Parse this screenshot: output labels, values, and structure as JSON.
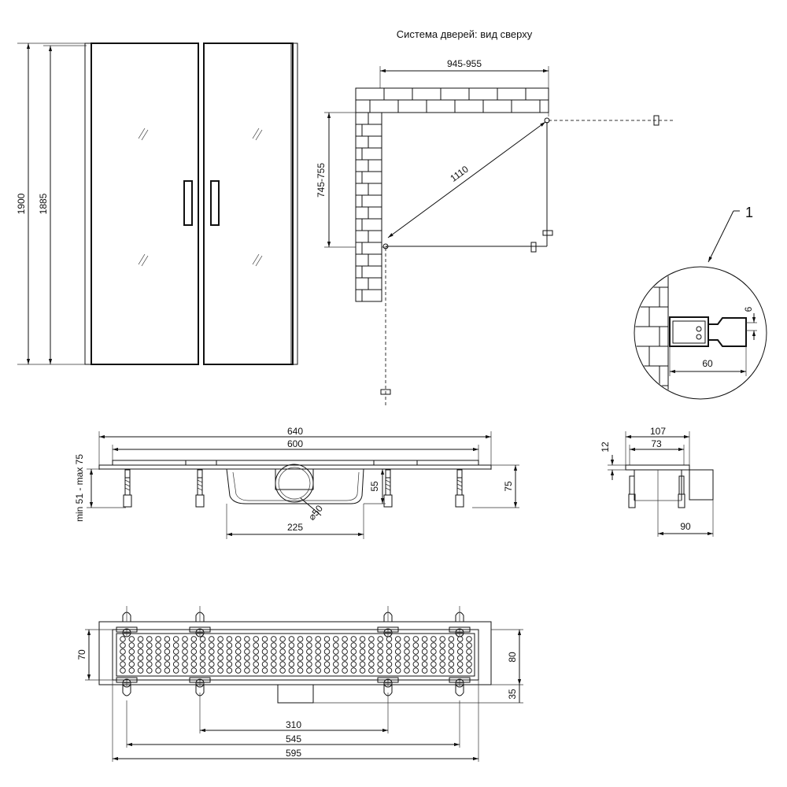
{
  "top_view": {
    "title": "Система дверей: вид сверху",
    "width_dim": "945-955",
    "depth_dim": "745-755",
    "diagonal_dim": "1110"
  },
  "front_view": {
    "height_outer": "1900",
    "height_inner": "1885"
  },
  "detail": {
    "callout": "1",
    "gap_dim": "6",
    "profile_dim": "60"
  },
  "drain_side": {
    "length_outer": "640",
    "length_grate": "600",
    "leg_range": "min 51 - max 75",
    "height_total": "75",
    "height_body": "55",
    "outlet_diameter": "⌀50",
    "outlet_span": "225"
  },
  "drain_section": {
    "width_outer": "107",
    "width_inner": "73",
    "rim_height": "12",
    "outlet_depth": "90"
  },
  "drain_plan": {
    "grate_width": "70",
    "body_width": "80",
    "outlet_offset": "35",
    "span_inner": "310",
    "span_mid": "545",
    "span_outer": "595"
  }
}
